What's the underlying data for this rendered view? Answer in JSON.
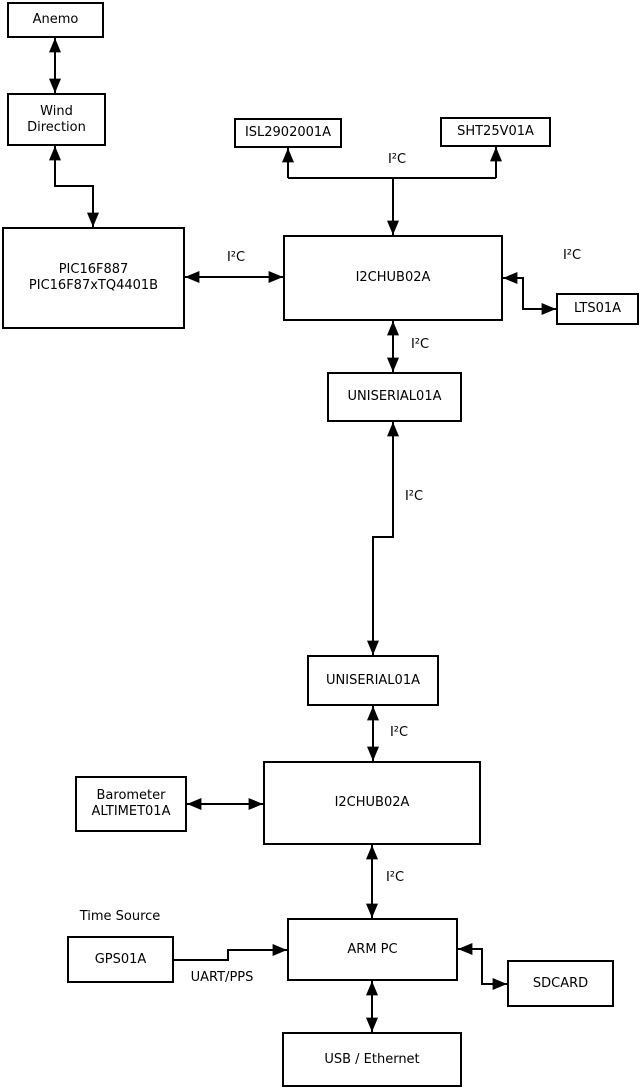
{
  "diagram": {
    "title": "weather-station block diagram",
    "background_color": "#ffffff",
    "line_color": "#000000",
    "text_color": "#000000"
  },
  "nodes": {
    "anemo": {
      "lines": [
        "Anemo"
      ]
    },
    "wind_direction": {
      "lines": [
        "Wind",
        "Direction"
      ]
    },
    "pic": {
      "lines": [
        "PIC16F887",
        "PIC16F87xTQ4401B"
      ]
    },
    "isl": {
      "lines": [
        "ISL2902001A"
      ]
    },
    "sht": {
      "lines": [
        "SHT25V01A"
      ]
    },
    "hub1": {
      "lines": [
        "I2CHUB02A"
      ]
    },
    "lts": {
      "lines": [
        "LTS01A"
      ]
    },
    "uniserial1": {
      "lines": [
        "UNISERIAL01A"
      ]
    },
    "uniserial2": {
      "lines": [
        "UNISERIAL01A"
      ]
    },
    "hub2": {
      "lines": [
        "I2CHUB02A"
      ]
    },
    "barometer": {
      "lines": [
        "Barometer",
        "ALTIMET01A"
      ]
    },
    "gps": {
      "lines": [
        "GPS01A"
      ]
    },
    "armpc": {
      "lines": [
        "ARM PC"
      ]
    },
    "sdcard": {
      "lines": [
        "SDCARD"
      ]
    },
    "usb": {
      "lines": [
        "USB / Ethernet"
      ]
    }
  },
  "edge_labels": {
    "i2c_pic_hub1": "I²C",
    "i2c_sensor_bus": "I²C",
    "i2c_lts": "I²C",
    "i2c_hub1_uni1": "I²C",
    "i2c_uni1_uni2": "I²C",
    "i2c_uni2_hub2": "I²C",
    "i2c_hub2_armpc": "I²C",
    "time_source": "Time Source",
    "uart_pps": "UART/PPS"
  }
}
